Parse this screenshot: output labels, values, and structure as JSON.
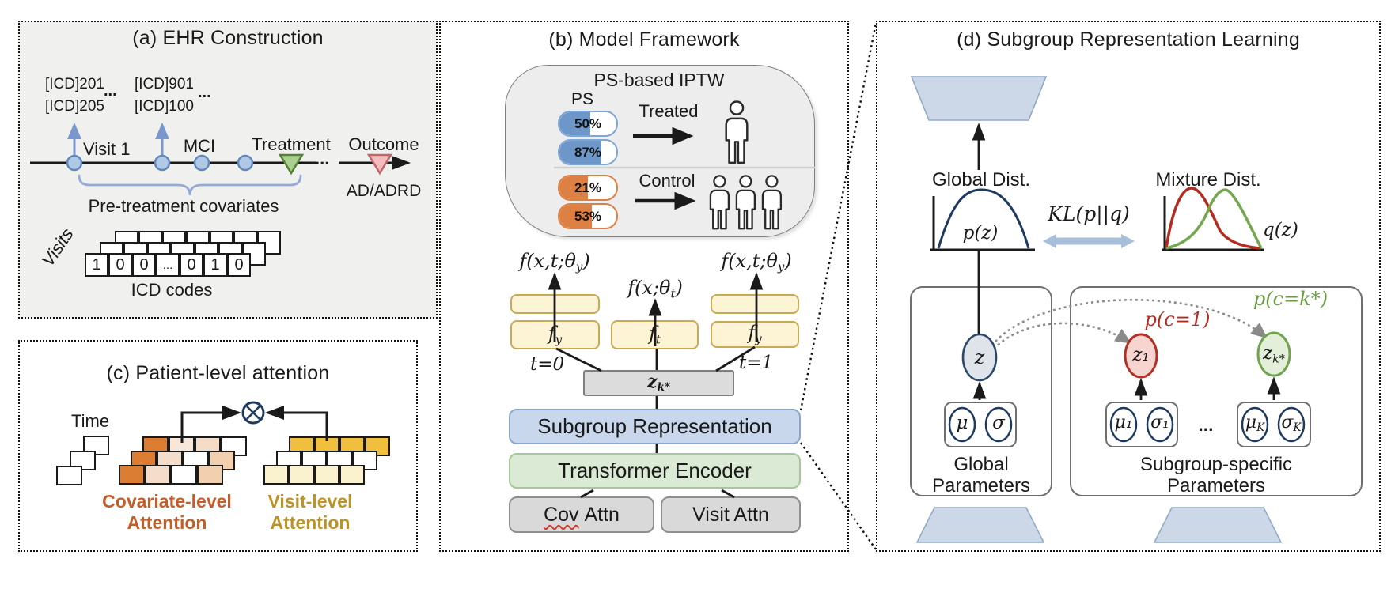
{
  "colors": {
    "panel_a_bg": "#f0f0ee",
    "timeline_circle_fill": "#b0c9e6",
    "timeline_circle_stroke": "#6088ba",
    "treatment_triangle_fill": "#a9d08e",
    "treatment_triangle_stroke": "#548235",
    "outcome_triangle_fill": "#f4babc",
    "outcome_triangle_stroke": "#bf6769",
    "icd_arrow": "#7b96cc",
    "brace": "#93a9d9",
    "pill_blue": "#6d97c9",
    "pill_orange": "#dd8044",
    "yellow_box": "#fdf3d5",
    "yellow_border": "#c9a953",
    "subgroup_box": "#c8d7eb",
    "encoder_box": "#dbead4",
    "attn_box": "#d9d9d9",
    "cov_label": "#c05f2a",
    "visit_label": "#bb9327",
    "navy_curve": "#1f3a5f",
    "red_curve": "#b22c20",
    "green_curve": "#74a64d",
    "trapezoid_fill": "#ccd8e8",
    "trapezoid_stroke": "#93a9c5",
    "kl_arrow": "#a9bed8",
    "dotted_arrow": "#8a8a8a",
    "z_fill": "#dfe4ea",
    "z1_fill": "#f6d5d0",
    "zk_fill": "#e3efd9"
  },
  "panel_a": {
    "title": "(a) EHR Construction",
    "icd1": "[ICD]201",
    "icd2": "[ICD]205",
    "icd3": "[ICD]901",
    "icd4": "[ICD]100",
    "dots": "...",
    "visit1": "Visit 1",
    "mci": "MCI",
    "treatment": "Treatment",
    "outcome": "Outcome",
    "ad": "AD/ADRD",
    "brace_label": "Pre-treatment covariates",
    "visits_axis": "Visits",
    "matrix": [
      "1",
      "0",
      "0",
      "...",
      "0",
      "1",
      "0"
    ],
    "icd_codes": "ICD codes"
  },
  "panel_b": {
    "title": "(b) Model Framework",
    "iptw_title": "PS-based IPTW",
    "ps": "PS",
    "pills": [
      {
        "label": "50%",
        "fill": "54%",
        "color": "blue"
      },
      {
        "label": "87%",
        "fill": "74%",
        "color": "blue"
      },
      {
        "label": "21%",
        "fill": "50%",
        "color": "orange"
      },
      {
        "label": "53%",
        "fill": "57%",
        "color": "orange"
      }
    ],
    "treated": "Treated",
    "control": "Control",
    "f_out_y": {
      "main": "f(x,t;θ",
      "sub": "y",
      "end": ")"
    },
    "f_out_t": {
      "main": "f(x;θ",
      "sub": "t",
      "end": ")"
    },
    "fy": {
      "main": "f",
      "sub": "y"
    },
    "ft": {
      "main": "f",
      "sub": "t"
    },
    "t0": "t=0",
    "t1": "t=1",
    "zk": {
      "main": "z",
      "sub": "k*"
    },
    "subgroup_box": "Subgroup Representation",
    "encoder_box": "Transformer Encoder",
    "cov_attn": {
      "word": "Cov",
      "rest": " Attn"
    },
    "visit_attn": "Visit Attn"
  },
  "panel_c": {
    "title": "(c) Patient-level attention",
    "time": "Time",
    "cov_line1": "Covariate-level",
    "cov_line2": "Attention",
    "visit_line1": "Visit-level",
    "visit_line2": "Attention",
    "cov_cells": [
      [
        "#db7d33",
        "#f7e7da",
        "#f3dcc8",
        "#ffffff"
      ],
      [
        "#db7d33",
        "#f4decb",
        "#ffffff",
        "#f2cfae"
      ],
      [
        "#db7d33",
        "#f4decb",
        "#ffffff",
        "#f2cfae"
      ]
    ],
    "visit_cells": [
      [
        "#efbf3d",
        "#efbf3d",
        "#efbf3d",
        "#efbf3d"
      ],
      [
        "#ffffff",
        "#ffffff",
        "#ffffff",
        "#ffffff"
      ],
      [
        "#faf1cf",
        "#faf1cf",
        "#faf1cf",
        "#faf1cf"
      ]
    ]
  },
  "panel_d": {
    "title": "(d) Subgroup Representation Learning",
    "global_dist": "Global Dist.",
    "mixture_dist": "Mixture Dist.",
    "pz": "p(z)",
    "qz": "q(z)",
    "kl": "KL(p||q)",
    "pc1": "p(c=1)",
    "pck": "p(c=k*)",
    "z": "z",
    "z1": "z₁",
    "zk": {
      "main": "z",
      "sub": "k*"
    },
    "mu": "μ",
    "sigma": "σ",
    "mu1": "μ₁",
    "sigma1": "σ₁",
    "muK": {
      "main": "μ",
      "sub": "K"
    },
    "sigmaK": {
      "main": "σ",
      "sub": "K"
    },
    "dots": "...",
    "global_params1": "Global",
    "global_params2": "Parameters",
    "subgroup_params1": "Subgroup-specific",
    "subgroup_params2": "Parameters"
  }
}
